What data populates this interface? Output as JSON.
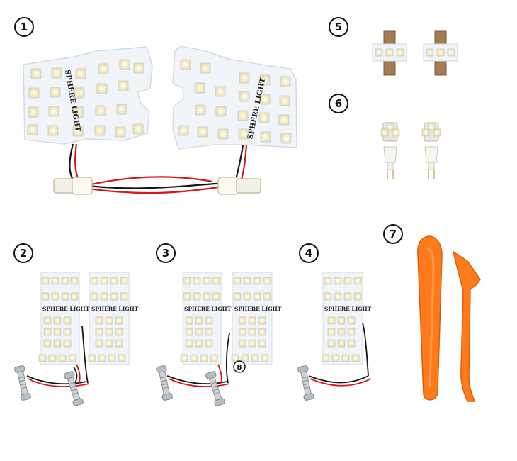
{
  "product_badges": [
    "1",
    "2",
    "3",
    "4",
    "5",
    "6",
    "7"
  ],
  "board_print_text": "SPHERE LIGHT",
  "stray_mark": "8",
  "colors": {
    "pcb": "#f1f4f8",
    "led_outer": "#e9e6d6",
    "led_inner": "#f6f1c4",
    "wire_red": "#d9141b",
    "wire_black": "#151515",
    "tool_orange": "#ff7a1a",
    "badge_border": "#111111"
  },
  "icons": [
    "led-panel",
    "wedge-bulb",
    "festoon-adapter",
    "pry-tool"
  ]
}
